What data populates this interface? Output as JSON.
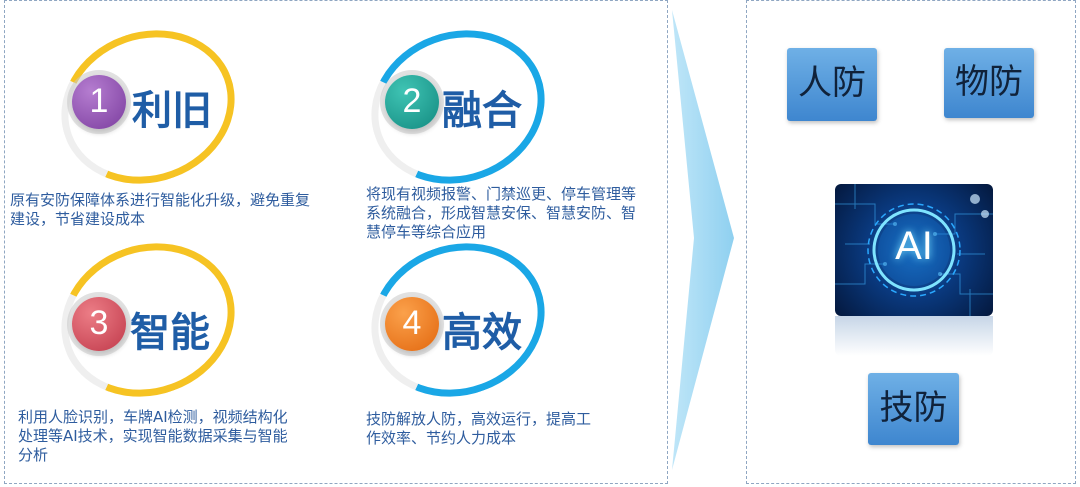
{
  "left": {
    "items": [
      {
        "number": "1",
        "title": "利旧",
        "description_lines": [
          "原有安防保障体系进行智能化升级，避免重复",
          "建设，节省建设成本"
        ]
      },
      {
        "number": "2",
        "title": "融合",
        "description_lines": [
          "将现有视频报警、门禁巡更、停车管理等",
          "系统融合，形成智慧安保、智慧安防、智",
          "慧停车等综合应用"
        ]
      },
      {
        "number": "3",
        "title": "智能",
        "description_lines": [
          "利用人脸识别，车牌AI检测，视频结构化",
          "处理等AI技术，实现智能数据采集与智能",
          "分析"
        ]
      },
      {
        "number": "4",
        "title": "高效",
        "description_lines": [
          "技防解放人防，高效运行，提高工",
          "作效率、节约人力成本"
        ]
      }
    ]
  },
  "right": {
    "tags": {
      "renfang": "人防",
      "wufang": "物防",
      "jifang": "技防"
    },
    "ai_label": "AI"
  },
  "colors": {
    "ring_yellow": "#f6c323",
    "ring_blue": "#1aa7e6",
    "badge_purple": "#8e4fb0",
    "badge_teal": "#1a9e92",
    "badge_red": "#d24a58",
    "badge_orange": "#f07a1a",
    "title_blue": "#1f5da6",
    "desc_blue": "#2e5c9e",
    "tag_blue": "#4f95d8"
  }
}
